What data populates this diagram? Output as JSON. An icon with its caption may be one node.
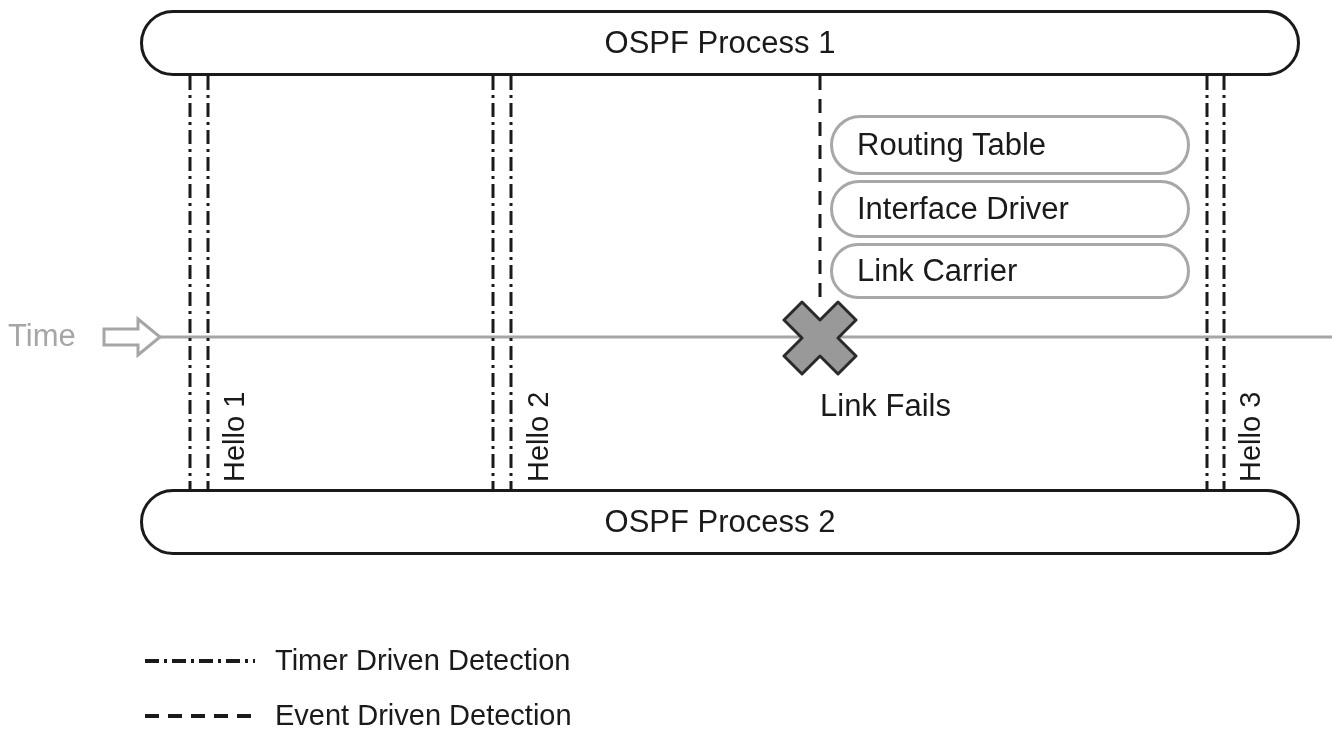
{
  "diagram": {
    "nodes": [
      {
        "text": [
          "OSPF Process 1"
        ]
      },
      {
        "text": [
          "Routing Table"
        ]
      },
      {
        "text": [
          "Interface Driver"
        ]
      },
      {
        "text": [
          "Link Carrier"
        ]
      },
      {
        "text": [],
        "shape": "cross",
        "beside": [
          "Link Fails"
        ]
      },
      {
        "text": [
          "OSPF Process 2"
        ]
      }
    ],
    "edges": [
      {
        "from": 0,
        "to": 5,
        "arrow": "none"
      },
      {
        "from": 0,
        "to": 5,
        "arrow": "none"
      },
      {
        "from": 0,
        "to": 5,
        "arrow": "none"
      },
      {
        "from": 0,
        "to": 5,
        "arrow": "none"
      },
      {
        "from": 0,
        "to": 5,
        "arrow": "none"
      },
      {
        "from": 0,
        "to": 5,
        "arrow": "none"
      },
      {
        "from": 0,
        "to": 4,
        "arrow": "none",
        "style": "dashed"
      }
    ],
    "labels": [
      "Time",
      "Hello 1",
      "Hello 2",
      "Hello 3"
    ],
    "legend": [
      {
        "text": "Timer Driven Detection"
      },
      {
        "text": "Event Driven Detection"
      }
    ]
  }
}
